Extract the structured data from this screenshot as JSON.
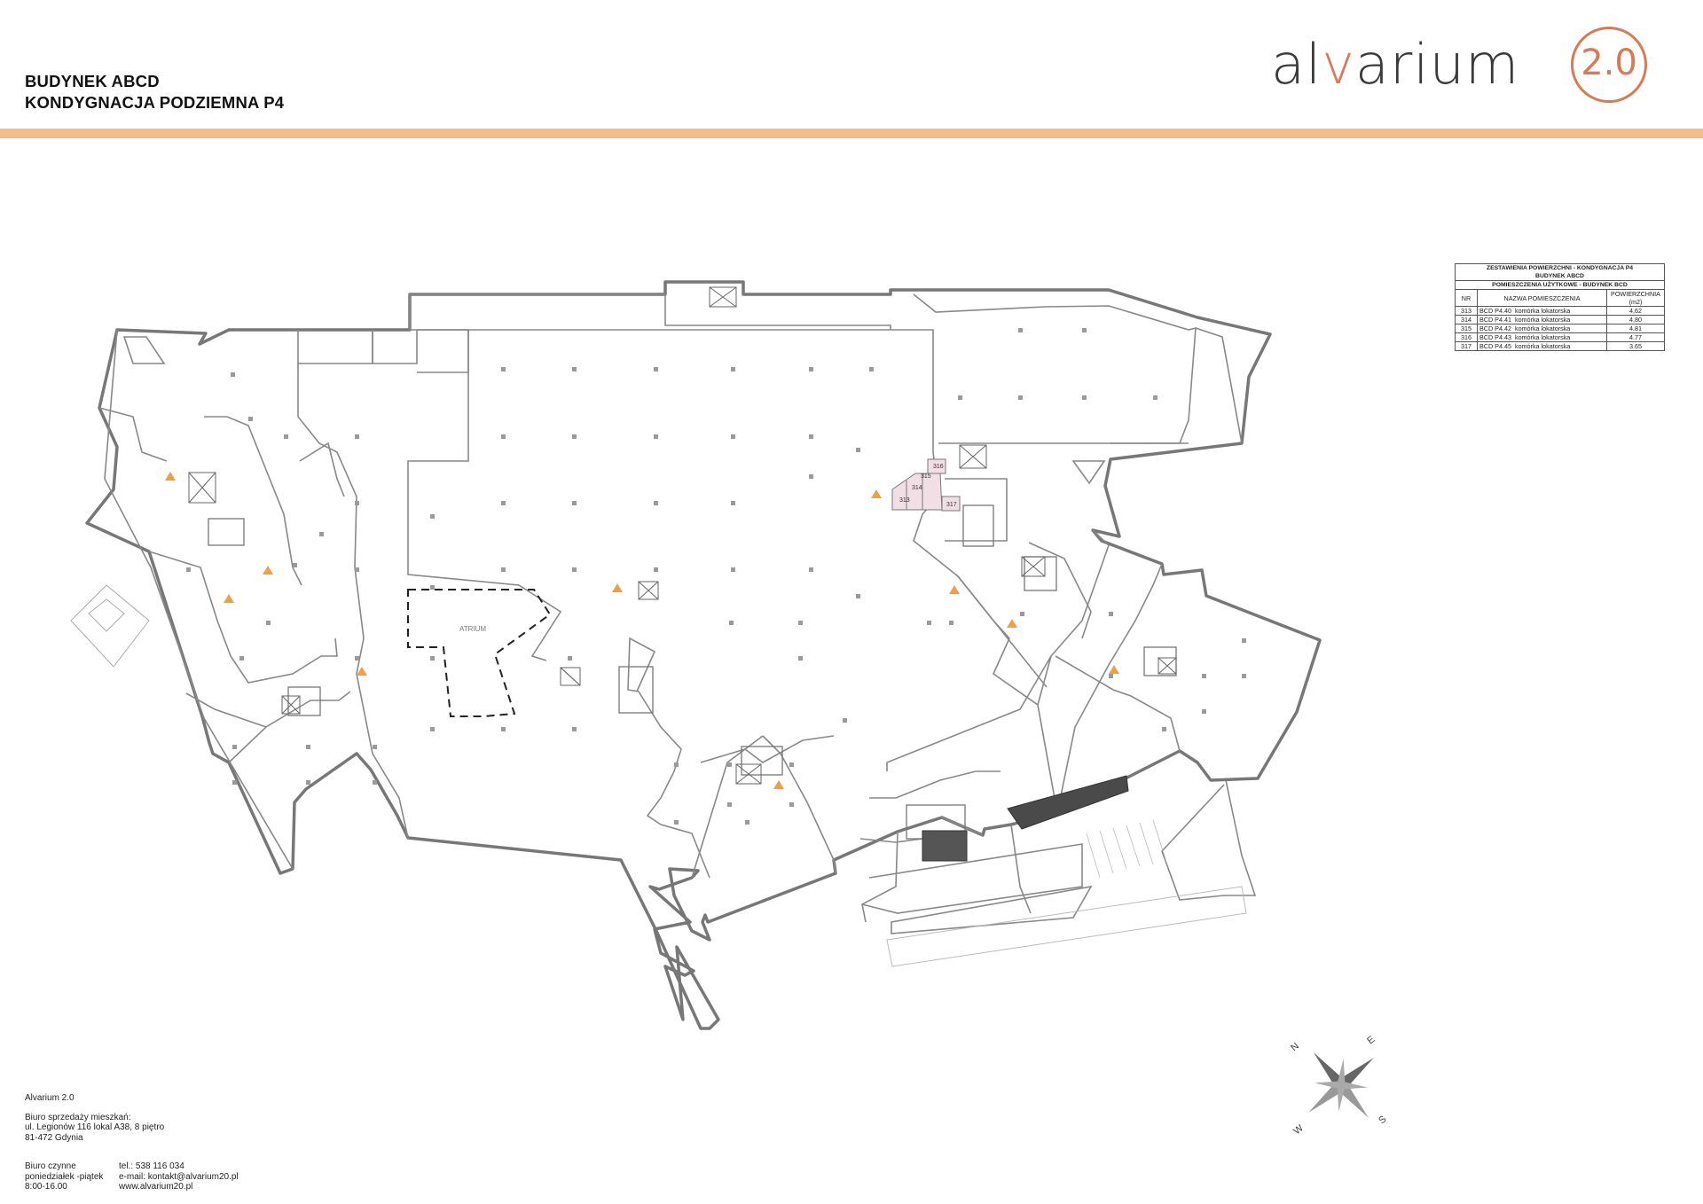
{
  "header": {
    "title_line1": "BUDYNEK ABCD",
    "title_line2": "KONDYGNACJA PODZIEMNA P4"
  },
  "logo": {
    "wordmark_prefix": "al",
    "wordmark_accent": "v",
    "wordmark_suffix": "arium",
    "version": "2.0",
    "accent_color": "#d97a55",
    "text_color": "#3a3a3a"
  },
  "divider_color": "#f5bd8a",
  "plan": {
    "atrium_label": "ATRIUM",
    "room_labels": [
      "313",
      "314",
      "315",
      "316",
      "317"
    ],
    "stair_icon": "stair-icon",
    "lift_icon": "elevator-icon",
    "hydrant_icon": "warning-triangle-icon",
    "highlight_color": "#f2dfe6"
  },
  "area_table": {
    "title_line1": "ZESTAWIENIA POWIERZCHNI - KONDYGNACJA P4",
    "title_line2": "BUDYNEK ABCD",
    "section": "POMIESZCZENIA UŻYTKOWE - BUDYNEK BCD",
    "columns": {
      "nr": "NR",
      "name": "NAZWA POMIESZCZENIA",
      "area_line1": "POWIERZCHNIA",
      "area_line2": "(m2)"
    },
    "rows": [
      {
        "nr": "313",
        "code": "BCD P4.40",
        "name": "komórka lokatorska",
        "area": "4,62"
      },
      {
        "nr": "314",
        "code": "BCD P4.41",
        "name": "komórka lokatorska",
        "area": "4,80"
      },
      {
        "nr": "315",
        "code": "BCD P4.42",
        "name": "komórka lokatorska",
        "area": "4.81"
      },
      {
        "nr": "316",
        "code": "BCD P4.43",
        "name": "komórka lokatorska",
        "area": "4.77"
      },
      {
        "nr": "317",
        "code": "BCD P4.45",
        "name": "komórka lokatorska",
        "area": "3.65"
      }
    ]
  },
  "footer": {
    "company": "Alvarium 2.0",
    "office_label": "Biuro sprzedaży mieszkań:",
    "address_line1": "ul. Legionów 116 lokal A38, 8 piętro",
    "address_line2": "81-472 Gdynia",
    "hours_label1": "Biuro czynne",
    "hours_label2": "poniedziałek -piątek",
    "hours": "8:00-16.00",
    "phone": "tel.:  538 116 034",
    "email": "e-mail: kontakt@alvarium20.pl",
    "website": "www.alvarium20.pl"
  },
  "compass": {
    "n": "N",
    "e": "E",
    "s": "S",
    "w": "W",
    "icon": "compass-rose-icon"
  }
}
